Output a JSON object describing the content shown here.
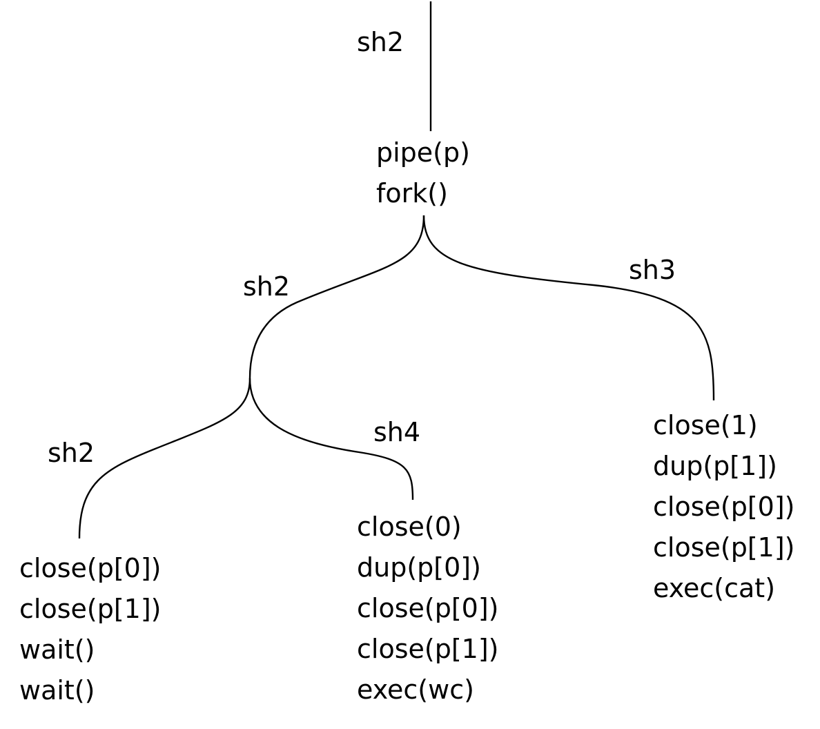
{
  "diagram": {
    "process_labels": {
      "top": "sh2",
      "fork1_left": "sh2",
      "fork1_right": "sh3",
      "fork2_left": "sh2",
      "fork2_right": "sh4"
    },
    "parent_calls": [
      "pipe(p)",
      "fork()"
    ],
    "sh3_calls": [
      "close(1)",
      "dup(p[1])",
      "close(p[0])",
      "close(p[1])",
      "exec(cat)"
    ],
    "sh4_calls": [
      "close(0)",
      "dup(p[0])",
      "close(p[0])",
      "close(p[1])",
      "exec(wc)"
    ],
    "sh2_calls": [
      "close(p[0])",
      "close(p[1])",
      "wait()",
      "wait()"
    ]
  }
}
